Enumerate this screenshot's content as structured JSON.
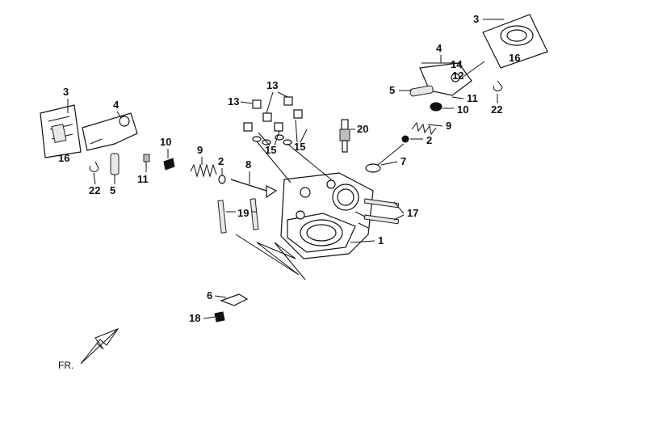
{
  "diagram": {
    "direction_label": "FR.",
    "part_numbers": {
      "n1": "1",
      "n2a": "2",
      "n2b": "2",
      "n3a": "3",
      "n3b": "3",
      "n4a": "4",
      "n4b": "4",
      "n5a": "5",
      "n5b": "5",
      "n6": "6",
      "n7": "7",
      "n8": "8",
      "n9a": "9",
      "n9b": "9",
      "n10a": "10",
      "n10b": "10",
      "n11a": "11",
      "n11b": "11",
      "n12": "12",
      "n13a": "13",
      "n13b": "13",
      "n14": "14",
      "n15a": "15",
      "n15b": "15",
      "n16a": "16",
      "n16b": "16",
      "n17": "17",
      "n18": "18",
      "n19": "19",
      "n20": "20",
      "n22a": "22",
      "n22b": "22"
    }
  }
}
